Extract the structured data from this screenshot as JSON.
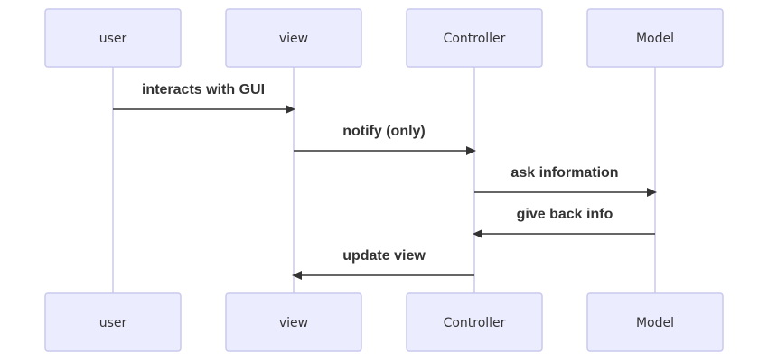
{
  "diagram": {
    "type": "sequence",
    "participants": [
      {
        "id": "user",
        "label": "user"
      },
      {
        "id": "view",
        "label": "view"
      },
      {
        "id": "controller",
        "label": "Controller"
      },
      {
        "id": "model",
        "label": "Model"
      }
    ],
    "messages": [
      {
        "from": "user",
        "to": "view",
        "label": "interacts with GUI"
      },
      {
        "from": "view",
        "to": "controller",
        "label": "notify (only)"
      },
      {
        "from": "controller",
        "to": "model",
        "label": "ask information"
      },
      {
        "from": "model",
        "to": "controller",
        "label": "give back info"
      },
      {
        "from": "controller",
        "to": "view",
        "label": "update view"
      }
    ],
    "colors": {
      "actor_fill": "#ececff",
      "actor_border": "#c9c9ef",
      "lifeline": "#cfcdea",
      "message": "#333333",
      "text": "#333333"
    }
  }
}
